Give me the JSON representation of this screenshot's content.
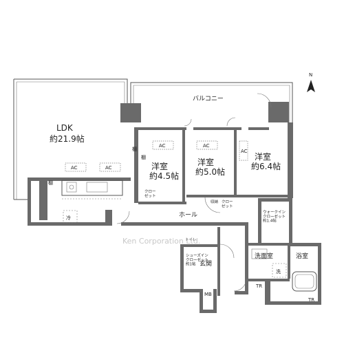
{
  "compass": {
    "label": "N"
  },
  "rooms": {
    "ldk_name": "LDK",
    "ldk_size": "約21.9帖",
    "room1_name": "洋室",
    "room1_size": "約4.5帖",
    "room2_name": "洋室",
    "room2_size": "約5.0帖",
    "room3_name": "洋室",
    "room3_size": "約6.4帖"
  },
  "labels": {
    "balcony": "バルコニー",
    "hall": "ホール",
    "entrance": "玄関",
    "washroom": "洗面室",
    "bathroom": "浴室",
    "toilet": "トイレ",
    "shelf": "棚",
    "closet": "クロー\nゼット",
    "walkin_closet": "ウォークイン\nクローゼット\n約1.4帖",
    "shoes_in_closet": "シューズイン\nクローゼット\n約1帖",
    "mb": "MB",
    "tr": "TR",
    "ac": "AC",
    "fridge": "冷",
    "washer": "洗",
    "storage": "収納"
  },
  "watermark": "Ken Corporation Ltd."
}
